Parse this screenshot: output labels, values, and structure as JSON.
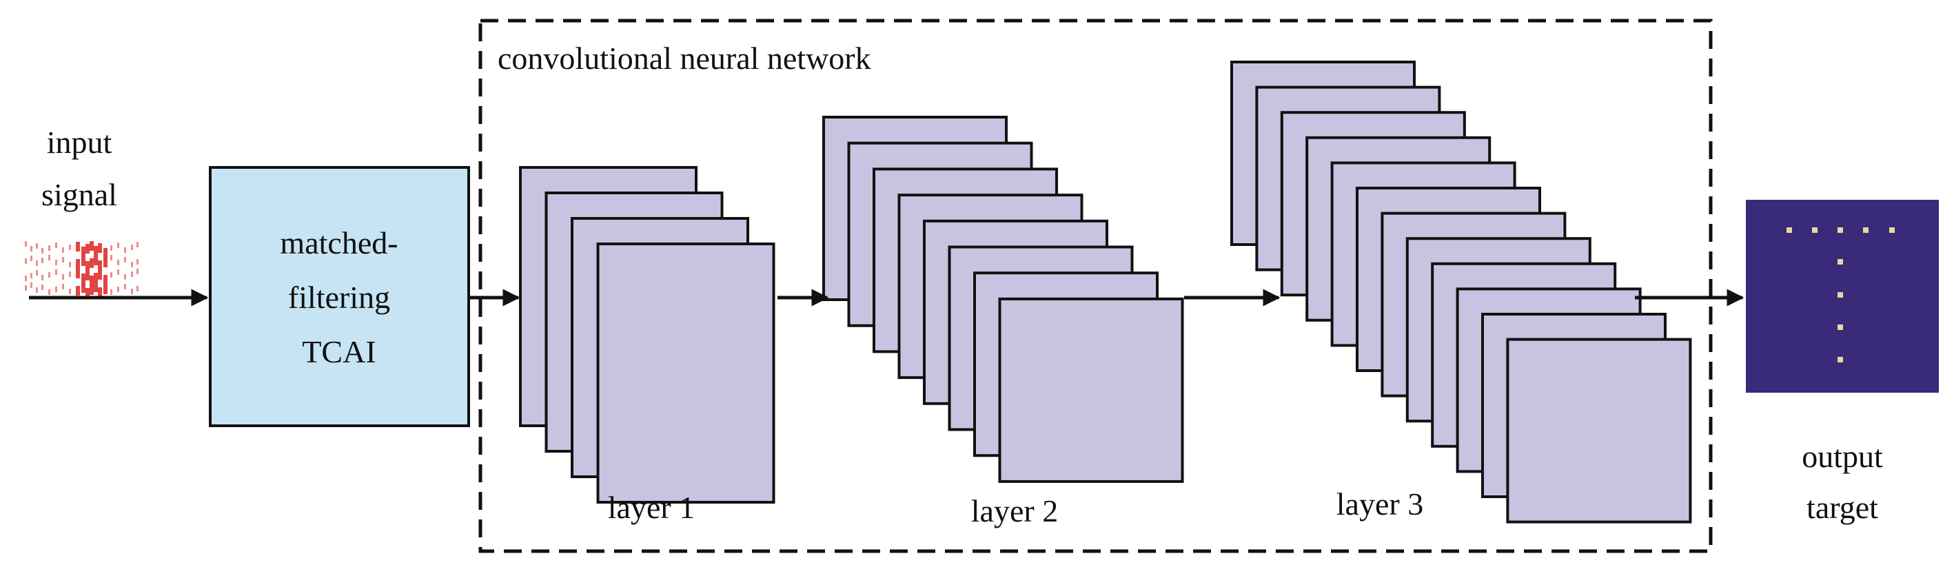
{
  "input": {
    "line1": "input",
    "line2": "signal"
  },
  "filter_box": {
    "line1": "matched-",
    "line2": "filtering",
    "line3": "TCAI",
    "fill": "#c6e4f3"
  },
  "cnn": {
    "title": "convolutional neural network"
  },
  "layers": [
    {
      "label": "layer 1",
      "maps": 4
    },
    {
      "label": "layer 2",
      "maps": 8
    },
    {
      "label": "layer 3",
      "maps": 12
    }
  ],
  "output": {
    "line1": "output",
    "line2": "target",
    "fill": "#3a2a7a",
    "dot_color": "#e8d8a0"
  },
  "colors": {
    "feature_map": "#c7c3e0",
    "stroke": "#111111",
    "signal": "#e03030"
  }
}
